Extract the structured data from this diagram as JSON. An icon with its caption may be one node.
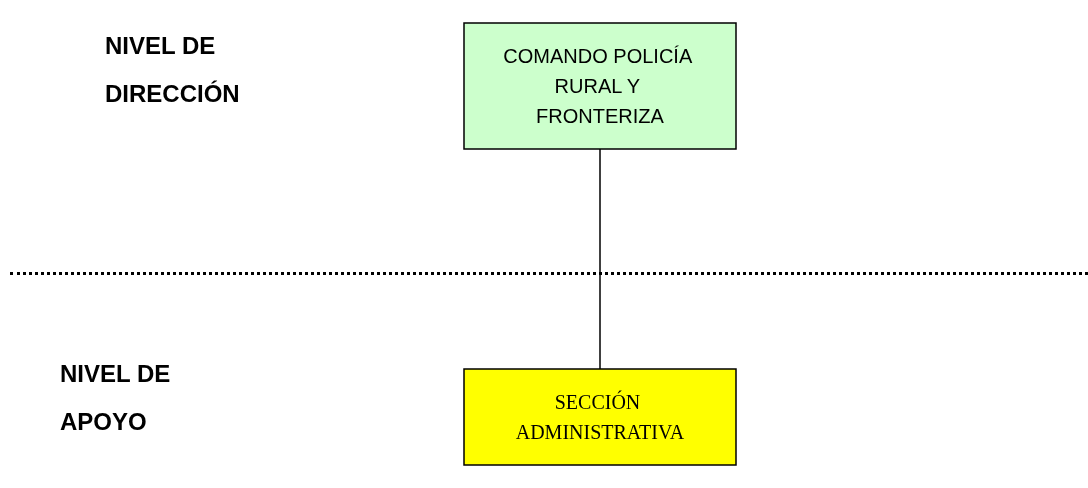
{
  "diagram": {
    "nodes": [
      {
        "text": [
          "COMANDO POLICÍA RURAL Y FRONTERIZA"
        ]
      },
      {
        "text": [
          "SECCIÓN ADMINISTRATIVA"
        ]
      }
    ],
    "edges": [
      {
        "from": 0,
        "to": 1,
        "arrow": "none"
      }
    ],
    "labels": [
      "NIVEL DE DIRECCIÓN",
      "NIVEL DE APOYO"
    ]
  }
}
